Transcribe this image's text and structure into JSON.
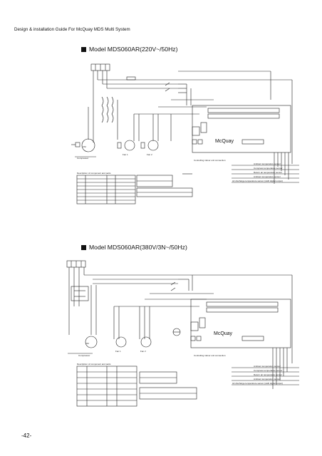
{
  "header": {
    "text": "Design & installation Guide For McQuay MDS Multi System"
  },
  "diagram1": {
    "title": "Model MDS060AR(220V~/50Hz)",
    "brand": "McQuay",
    "compressor": "CM",
    "compressor_label": "Compressor",
    "fan1": "Fan 1",
    "fan2": "Fan 2",
    "table_title": "Description of component and parts",
    "controller_note": "Controlling indoor unit connection",
    "sensors": [
      "Ambient temperature sensor",
      "Compress temperature sensor",
      "Return air temperature sensor",
      "Ambient temperature sensor",
      "Air discharge temperature sensor (LED digital output)"
    ]
  },
  "diagram2": {
    "title": "Model MDS060AR(380V/3N~/50Hz)",
    "brand": "McQuay",
    "compressor": "CM",
    "compressor_label": "Compressor",
    "fan1": "Fan 1",
    "fan2": "Fan 2",
    "table_title": "Description of component and parts",
    "controller_note": "Controlling indoor unit connection",
    "sensors": [
      "Ambient temperature sensor",
      "Compress temperature sensor",
      "Return air temperature sensor",
      "Ambient temperature sensor",
      "Air discharge temperature sensor (LED digital output)"
    ]
  },
  "footer": {
    "page": "-42-"
  }
}
